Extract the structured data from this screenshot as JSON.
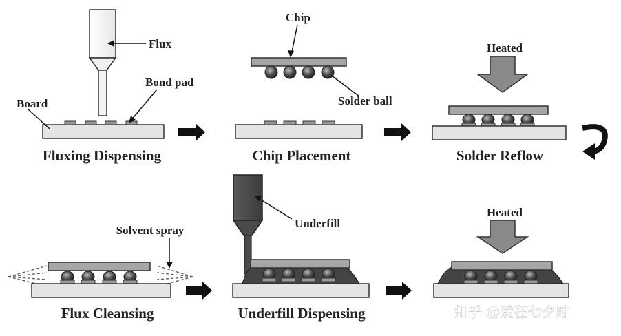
{
  "captions": {
    "fluxing_dispensing": "Fluxing Dispensing",
    "chip_placement": "Chip Placement",
    "solder_reflow": "Solder Reflow",
    "flux_cleansing": "Flux Cleansing",
    "underfill_dispensing": "Underfill Dispensing"
  },
  "labels": {
    "flux": "Flux",
    "bond_pad": "Bond pad",
    "board": "Board",
    "chip": "Chip",
    "solder_ball": "Solder ball",
    "heated_top": "Heated",
    "solvent_spray": "Solvent spray",
    "underfill": "Underfill",
    "heated_bottom": "Heated"
  },
  "watermark": "知乎 @爱在七夕时",
  "colors": {
    "board": "#e4e4e4",
    "chip": "#a6a6a6",
    "pad": "#9a9a9a",
    "ball": "#4a4a4a",
    "underfill": "#444444",
    "arrow": "#111111",
    "heat_arrow": "#8a8a8a",
    "outline": "#333333"
  },
  "icons": {
    "step_arrow": "right-arrow-icon",
    "return_arrow": "return-arrow-icon",
    "heat_arrow": "down-arrow-icon"
  }
}
